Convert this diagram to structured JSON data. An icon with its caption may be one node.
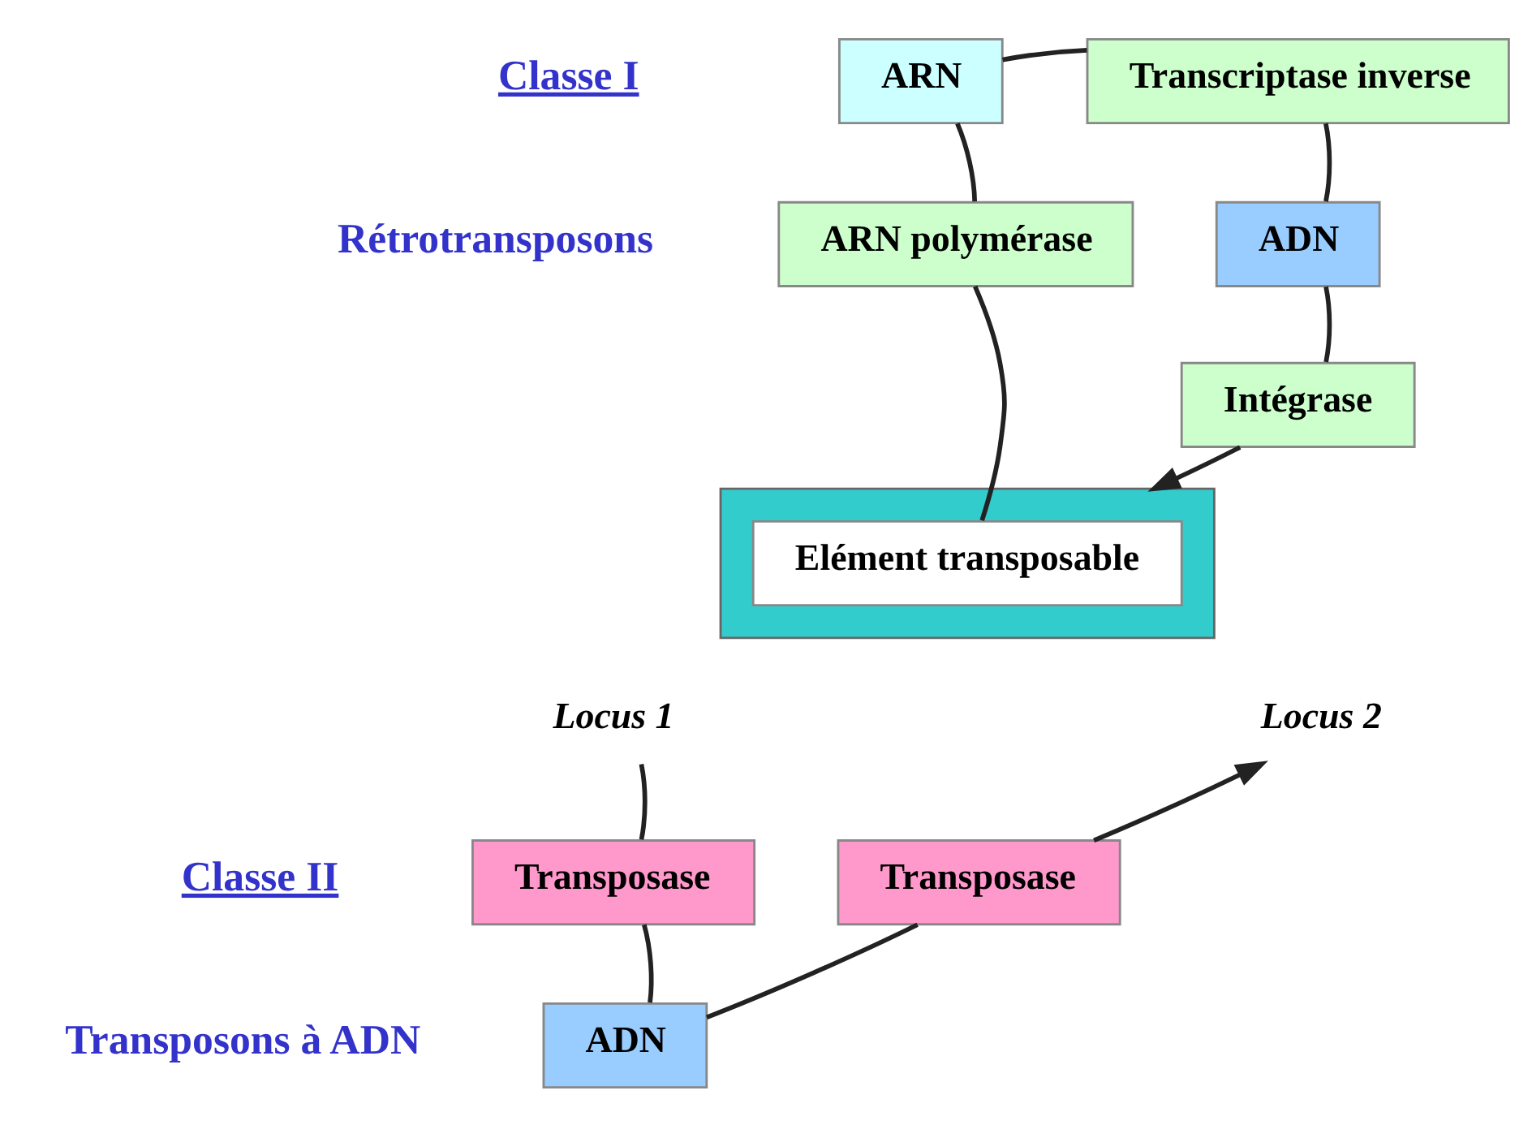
{
  "diagram": {
    "nodes": [
      {
        "text": [
          "ARN"
        ]
      },
      {
        "text": [
          "Transcriptase inverse"
        ]
      },
      {
        "text": [
          "ADN"
        ]
      },
      {
        "text": [
          "ARN polymérase"
        ]
      },
      {
        "text": [
          "Intégrase"
        ]
      },
      {
        "text": [],
        "shape": "bar"
      },
      {
        "text": [
          "Elément transposable"
        ],
        "in": 5
      },
      {
        "text": [
          "Locus 1"
        ]
      },
      {
        "text": [
          "Locus 2"
        ]
      },
      {
        "text": [
          "Transposase"
        ]
      },
      {
        "text": [
          "Transposase"
        ]
      },
      {
        "text": [
          "ADN"
        ]
      }
    ],
    "edges": [
      {
        "from": 6,
        "to": 3,
        "arrow": "none"
      },
      {
        "from": 3,
        "to": 0,
        "arrow": "none"
      },
      {
        "from": 0,
        "to": 1,
        "arrow": "none"
      },
      {
        "from": 1,
        "to": 2,
        "arrow": "none"
      },
      {
        "from": 2,
        "to": 4,
        "arrow": "none"
      },
      {
        "from": 4,
        "to": 5,
        "arrow": "to"
      },
      {
        "from": 7,
        "to": 9,
        "arrow": "none"
      },
      {
        "from": 9,
        "to": 11,
        "arrow": "none"
      },
      {
        "from": 11,
        "to": 10,
        "arrow": "none"
      },
      {
        "from": 10,
        "to": 8,
        "arrow": "to"
      }
    ],
    "labels": [
      "Classe I",
      "Rétrotransposons",
      "Classe II",
      "Transposons à ADN"
    ]
  }
}
